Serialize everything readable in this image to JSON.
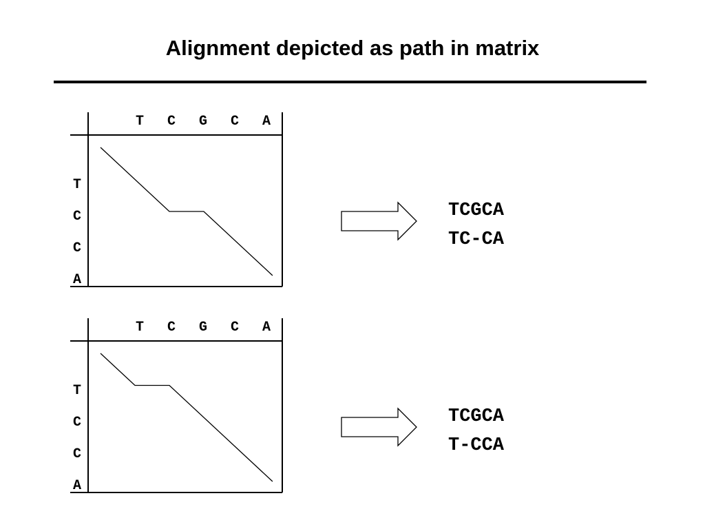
{
  "title": "Alignment depicted as path in matrix",
  "panels": [
    {
      "columns": [
        "T",
        "C",
        "G",
        "C",
        "A"
      ],
      "rows": [
        "T",
        "C",
        "C",
        "A"
      ],
      "path": [
        [
          0,
          0
        ],
        [
          2,
          2
        ],
        [
          3,
          2
        ],
        [
          5,
          4
        ]
      ],
      "alignment": [
        "TCGCA",
        "TC-CA"
      ]
    },
    {
      "columns": [
        "T",
        "C",
        "G",
        "C",
        "A"
      ],
      "rows": [
        "T",
        "C",
        "C",
        "A"
      ],
      "path": [
        [
          0,
          0
        ],
        [
          1,
          1
        ],
        [
          2,
          1
        ],
        [
          5,
          4
        ]
      ],
      "alignment": [
        "TCGCA",
        "T-CCA"
      ]
    }
  ]
}
